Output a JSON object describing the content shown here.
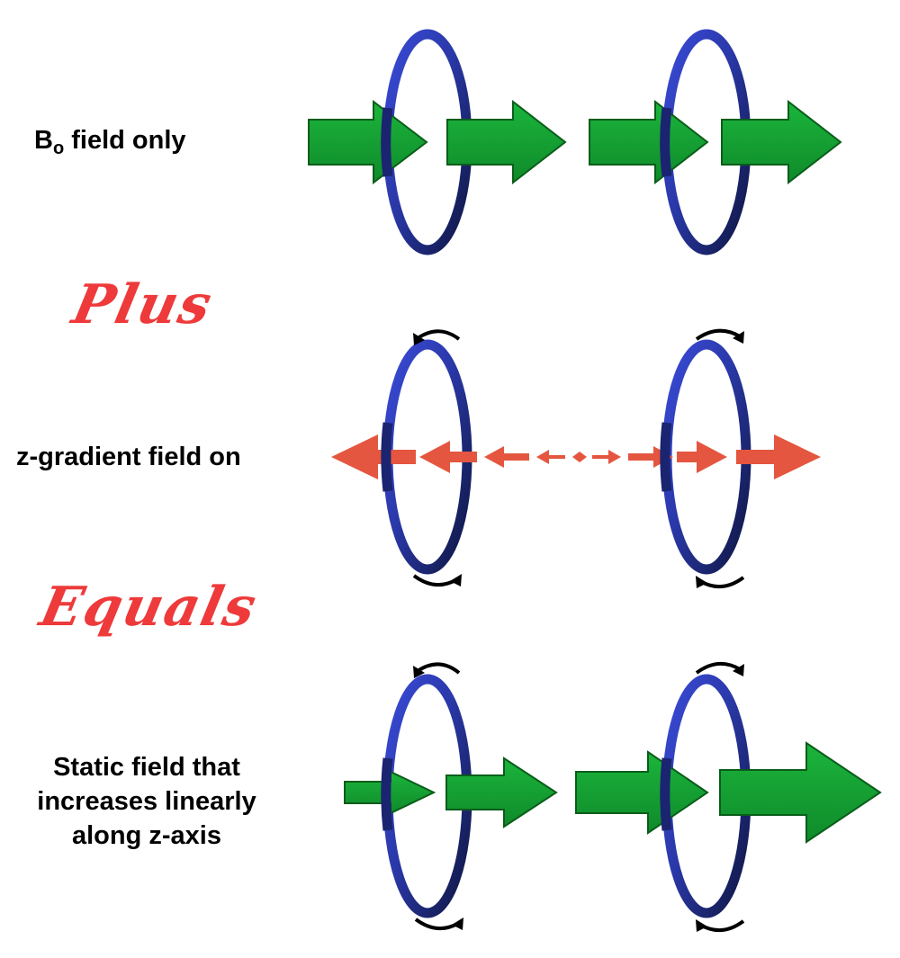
{
  "labels": {
    "bo_main": "B",
    "bo_sub": "o",
    "bo_rest": " field only",
    "z_gradient": "z-gradient field on",
    "static_line1": "Static field that",
    "static_line2": "increases linearly",
    "static_line3": "along z-axis"
  },
  "connectors": {
    "plus": "Plus",
    "equals": "Equals"
  },
  "colors": {
    "coil_dark": "#101a4a",
    "coil_light": "#3a4bd8",
    "field_arrow": "#139b31",
    "field_arrow_stroke": "#0a5d1a",
    "gradient_arrow": "#e4563f",
    "current_arrow": "#000000",
    "connector_text": "#ee3a3a"
  }
}
